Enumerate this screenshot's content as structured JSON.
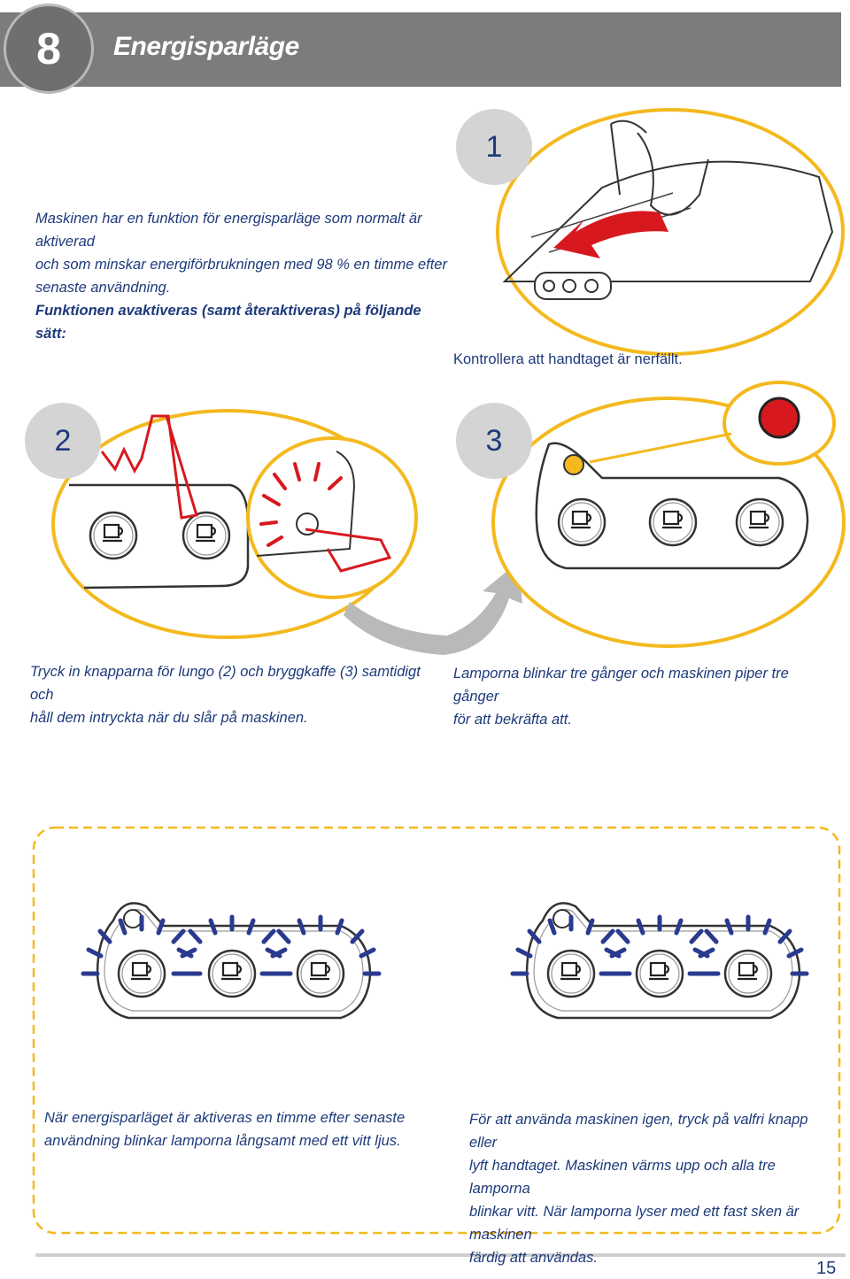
{
  "header": {
    "section_number": "8",
    "title": "Energisparläge"
  },
  "intro": {
    "line1": "Maskinen har en funktion för energisparläge som normalt är aktiverad",
    "line2": "och som minskar energiförbrukningen med 98 % en timme efter",
    "line3": "senaste användning.",
    "line4": "Funktionen avaktiveras (samt återaktiveras) på följande sätt:"
  },
  "steps": [
    {
      "number": "1",
      "caption": "Kontrollera att handtaget är nerfällt."
    },
    {
      "number": "2",
      "caption_line1": "Tryck in knapparna för lungo (2) och bryggkaffe (3) samtidigt och",
      "caption_line2": "håll dem intryckta när du slår på maskinen."
    },
    {
      "number": "3",
      "caption_line1": "Lamporna blinkar tre gånger och maskinen piper tre gånger",
      "caption_line2": "för att bekräfta att."
    }
  ],
  "bottom": {
    "left_line1": "När energisparläget är aktiveras en timme efter senaste",
    "left_line2": "användning blinkar lamporna långsamt med ett vitt ljus.",
    "right_line1": "För att använda maskinen igen, tryck på valfri knapp eller",
    "right_line2": "lyft handtaget. Maskinen värms upp och alla tre lamporna",
    "right_line3": "blinkar vitt. När lamporna lyser med ett fast sken är maskinen",
    "right_line4": "färdig att användas."
  },
  "page_number": "15",
  "colors": {
    "accent_yellow": "#f3b91e",
    "text_blue": "#1d3a7a",
    "ray_blue": "#2a3a8f",
    "red": "#d7191f",
    "header_gray": "#7c7c7c"
  }
}
